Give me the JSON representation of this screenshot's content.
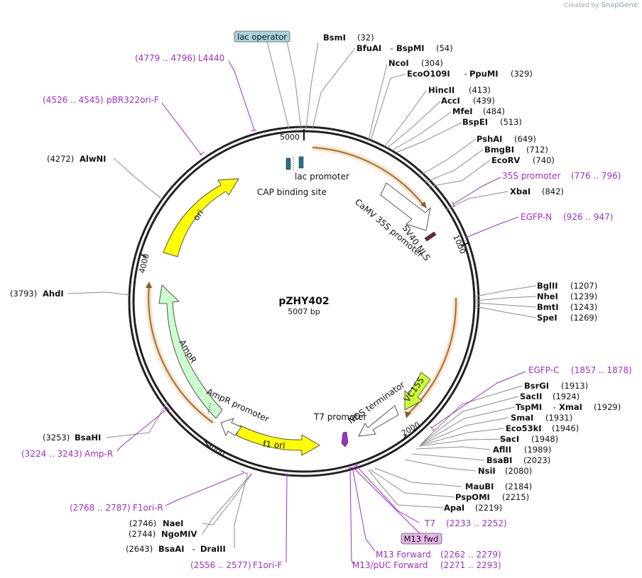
{
  "credit": {
    "prefix": "Created by",
    "brand": "SnapGene"
  },
  "plasmid": {
    "name": "pZHY402",
    "length_label": "5007 bp",
    "length": 5007
  },
  "ticks": [
    {
      "label": "1000"
    },
    {
      "label": "2000"
    },
    {
      "label": "3000"
    },
    {
      "label": "4000"
    },
    {
      "label": "5000"
    }
  ],
  "sites": [
    {
      "name": "BsmI",
      "pos": "(32)"
    },
    {
      "name": "BfuAI",
      "name2": "BspMI",
      "pos": "(54)"
    },
    {
      "name": "NcoI",
      "pos": "(304)"
    },
    {
      "name": "EcoO109I",
      "name2": "PpuMI",
      "pos": "(329)"
    },
    {
      "name": "HincII",
      "pos": "(413)"
    },
    {
      "name": "AccI",
      "pos": "(439)"
    },
    {
      "name": "MfeI",
      "pos": "(484)"
    },
    {
      "name": "BspEI",
      "pos": "(513)"
    },
    {
      "name": "PshAI",
      "pos": "(649)"
    },
    {
      "name": "BmgBI",
      "pos": "(712)"
    },
    {
      "name": "EcoRV",
      "pos": "(740)"
    },
    {
      "name": "XbaI",
      "pos": "(842)"
    },
    {
      "name": "BglII",
      "pos": "(1207)"
    },
    {
      "name": "NheI",
      "pos": "(1239)"
    },
    {
      "name": "BmtI",
      "pos": "(1243)"
    },
    {
      "name": "SpeI",
      "pos": "(1269)"
    },
    {
      "name": "BsrGI",
      "pos": "(1913)"
    },
    {
      "name": "SacII",
      "pos": "(1924)"
    },
    {
      "name": "TspMI",
      "name2": "XmaI",
      "pos": "(1929)"
    },
    {
      "name": "SmaI",
      "pos": "(1931)"
    },
    {
      "name": "Eco53kI",
      "pos": "(1946)"
    },
    {
      "name": "SacI",
      "pos": "(1948)"
    },
    {
      "name": "AflII",
      "pos": "(1989)"
    },
    {
      "name": "BsaBI",
      "pos": "(2023)"
    },
    {
      "name": "NsiI",
      "pos": "(2080)"
    },
    {
      "name": "MauBI",
      "pos": "(2184)"
    },
    {
      "name": "PspOMI",
      "pos": "(2215)"
    },
    {
      "name": "ApaI",
      "pos": "(2219)"
    },
    {
      "name": "BsaAI",
      "name2": "DraIII",
      "pos": "(2643)"
    },
    {
      "name": "NgoMIV",
      "pos": "(2744)"
    },
    {
      "name": "NaeI",
      "pos": "(2746)"
    },
    {
      "name": "BsaHI",
      "pos": "(3253)"
    },
    {
      "name": "AhdI",
      "pos": "(3793)"
    },
    {
      "name": "AlwNI",
      "pos": "(4272)"
    }
  ],
  "primers": [
    {
      "name": "L4440",
      "range": "(4779 .. 4796)"
    },
    {
      "name": "pBR322ori-F",
      "range": "(4526 .. 4545)"
    },
    {
      "name": "35S promoter",
      "range": "(776 .. 796)"
    },
    {
      "name": "EGFP-N",
      "range": "(926 .. 947)"
    },
    {
      "name": "EGFP-C",
      "range": "(1857 .. 1878)"
    },
    {
      "name": "T7",
      "range": "(2233 .. 2252)"
    },
    {
      "name": "M13 Forward",
      "range": "(2262 .. 2279)"
    },
    {
      "name": "M13/pUC Forward",
      "range": "(2271 .. 2293)"
    },
    {
      "name": "F1ori-F",
      "range": "(2556 .. 2577)"
    },
    {
      "name": "F1ori-R",
      "range": "(2768 .. 2787)"
    },
    {
      "name": "Amp-R",
      "range": "(3224 .. 3243)"
    }
  ],
  "boxed_features": [
    {
      "name": "lac operator",
      "color": "#a8d4dc"
    },
    {
      "name": "M13 fwd",
      "color": "#e7b6ea"
    }
  ],
  "features": [
    {
      "name": "lac promoter"
    },
    {
      "name": "CAP binding site"
    },
    {
      "name": "CaMV 35S promoter"
    },
    {
      "name": "SV40 NLS"
    },
    {
      "name": "VC155"
    },
    {
      "name": "NOS terminator"
    },
    {
      "name": "T7 promoter"
    },
    {
      "name": "f1 ori"
    },
    {
      "name": "AmpR promoter"
    },
    {
      "name": "AmpR"
    },
    {
      "name": "ori"
    }
  ],
  "colors": {
    "site_line": "#8c8c8c",
    "primer": "#9b2fc9",
    "yellow": "#ffff00",
    "ampr": "#ccffcc",
    "orf_orange": "#f0a63a",
    "orf_dark": "#8b5a2b",
    "nls": "#6b2440",
    "vc155": "#ccff33"
  }
}
